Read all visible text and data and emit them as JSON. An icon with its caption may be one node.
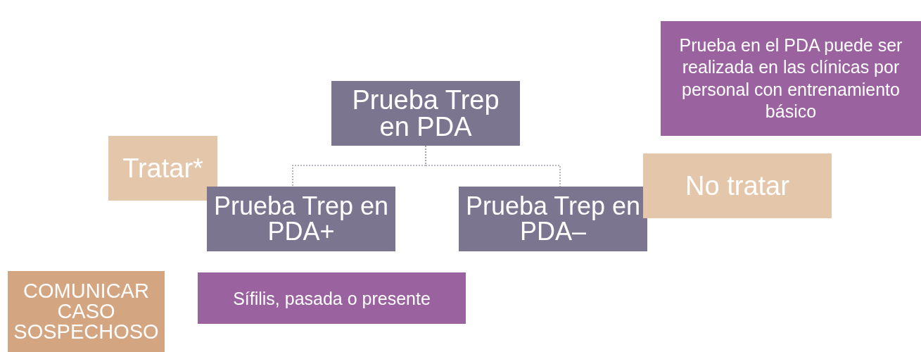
{
  "diagram": {
    "nodes": [
      {
        "text": [
          "Prueba Trep en PDA"
        ]
      },
      {
        "text": [
          "Prueba en el PDA puede ser realizada en las clínicas por personal con entrenamiento básico"
        ]
      },
      {
        "text": [
          "Tratar*"
        ]
      },
      {
        "text": [
          "No tratar"
        ]
      },
      {
        "text": [
          "Prueba Trep en PDA+"
        ]
      },
      {
        "text": [
          "Prueba Trep en PDA–"
        ]
      },
      {
        "text": [
          "COMUNICAR CASO SOSPECHOSO"
        ]
      },
      {
        "text": [
          "Sífilis, pasada o presente"
        ]
      }
    ],
    "edges": [
      {
        "from": 0,
        "to": 4,
        "arrow": "none",
        "style": "dashed"
      },
      {
        "from": 0,
        "to": 5,
        "arrow": "none",
        "style": "dashed"
      }
    ]
  }
}
